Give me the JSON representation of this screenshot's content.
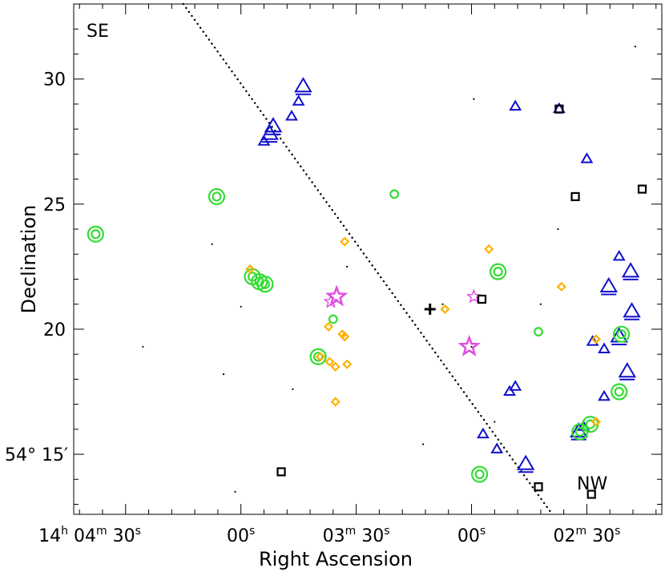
{
  "chart_data": {
    "type": "scatter",
    "xlabel": "Right Ascension",
    "ylabel": "Declination",
    "corner_labels": {
      "top_left": "SE",
      "bottom_right": "NW"
    },
    "ytick_bottom_label": {
      "deg": "54°",
      "min": "15′"
    },
    "yticks": [
      {
        "value": 15,
        "label": "15"
      },
      {
        "value": 20,
        "label": "20"
      },
      {
        "value": 25,
        "label": "25"
      },
      {
        "value": 30,
        "label": "30"
      }
    ],
    "xticks": [
      {
        "value": 0,
        "h": "14",
        "m": "04",
        "s": "30"
      },
      {
        "value": 1,
        "s": "00"
      },
      {
        "value": 2,
        "m": "03",
        "s": "30"
      },
      {
        "value": 3,
        "s": "00"
      },
      {
        "value": 4,
        "m": "02",
        "s": "30"
      }
    ],
    "xlim": [
      -0.45,
      4.65
    ],
    "ylim": [
      12.6,
      33.0
    ],
    "center_cross": {
      "x": 2.64,
      "y": 20.8
    },
    "line": {
      "style": "dotted",
      "points": [
        [
          0.5,
          33.0
        ],
        [
          3.7,
          12.6
        ]
      ]
    },
    "series": [
      {
        "marker": "dot",
        "color": "#000000",
        "points": [
          [
            0.75,
            23.4
          ],
          [
            1.0,
            20.9
          ],
          [
            0.85,
            18.2
          ],
          [
            1.45,
            17.6
          ],
          [
            0.15,
            19.3
          ],
          [
            1.92,
            22.5
          ],
          [
            3.02,
            29.2
          ],
          [
            3.6,
            21.0
          ],
          [
            3.75,
            24.0
          ],
          [
            4.42,
            31.3
          ],
          [
            2.58,
            15.4
          ],
          [
            3.2,
            16.3
          ],
          [
            0.95,
            13.5
          ],
          [
            2.75,
            21.0
          ],
          [
            3.0,
            19.3
          ]
        ]
      },
      {
        "marker": "triangle",
        "color": "#1010cc",
        "points": [
          [
            1.54,
            29.7,
            2
          ],
          [
            1.5,
            29.1,
            1
          ],
          [
            1.44,
            28.5,
            1
          ],
          [
            1.28,
            28.1,
            2
          ],
          [
            1.25,
            27.8,
            2
          ],
          [
            1.2,
            27.5,
            1
          ],
          [
            3.38,
            28.9,
            1
          ],
          [
            3.76,
            28.8,
            1
          ],
          [
            4.0,
            26.8,
            1
          ],
          [
            4.19,
            21.7,
            2
          ],
          [
            4.28,
            22.9,
            1
          ],
          [
            4.38,
            22.3,
            2
          ],
          [
            4.39,
            20.7,
            2
          ],
          [
            4.28,
            19.7,
            2
          ],
          [
            4.05,
            19.5,
            1
          ],
          [
            4.15,
            19.2,
            1
          ],
          [
            4.35,
            18.3,
            2
          ],
          [
            4.15,
            17.3,
            1
          ],
          [
            3.38,
            17.7,
            1
          ],
          [
            3.33,
            17.5,
            1
          ],
          [
            3.1,
            15.8,
            1
          ],
          [
            3.22,
            15.2,
            1
          ],
          [
            3.47,
            14.6,
            2
          ],
          [
            3.93,
            15.9,
            2
          ],
          [
            3.97,
            16.1,
            1
          ]
        ]
      },
      {
        "marker": "circle",
        "color": "#33dd33",
        "points": [
          [
            -0.26,
            23.8,
            2
          ],
          [
            0.79,
            25.3,
            2
          ],
          [
            2.33,
            25.4,
            1
          ],
          [
            1.1,
            22.1,
            2
          ],
          [
            1.16,
            21.9,
            2
          ],
          [
            1.21,
            21.8,
            2
          ],
          [
            3.23,
            22.3,
            2
          ],
          [
            1.8,
            20.4,
            1
          ],
          [
            3.58,
            19.9,
            1
          ],
          [
            4.3,
            19.8,
            2
          ],
          [
            4.28,
            17.5,
            2
          ],
          [
            4.03,
            16.2,
            2
          ],
          [
            3.94,
            15.9,
            2
          ],
          [
            1.67,
            18.9,
            2
          ],
          [
            3.07,
            14.2,
            2
          ]
        ]
      },
      {
        "marker": "diamond",
        "color": "#ffb000",
        "points": [
          [
            1.08,
            22.4
          ],
          [
            1.9,
            23.5
          ],
          [
            3.15,
            23.2
          ],
          [
            3.78,
            21.7
          ],
          [
            2.77,
            20.8
          ],
          [
            1.76,
            20.1
          ],
          [
            1.88,
            19.8
          ],
          [
            1.9,
            19.7
          ],
          [
            1.69,
            18.9
          ],
          [
            1.77,
            18.7
          ],
          [
            1.82,
            18.5
          ],
          [
            1.92,
            18.6
          ],
          [
            4.08,
            19.6
          ],
          [
            1.82,
            17.1
          ],
          [
            4.08,
            16.3
          ]
        ]
      },
      {
        "marker": "star",
        "color": "#e040e0",
        "points": [
          [
            1.83,
            21.3,
            2
          ],
          [
            1.78,
            21.1,
            1
          ],
          [
            3.02,
            21.3,
            1
          ],
          [
            2.98,
            19.3,
            2
          ]
        ]
      },
      {
        "marker": "square",
        "color": "#000000",
        "points": [
          [
            3.76,
            28.8
          ],
          [
            3.9,
            25.3
          ],
          [
            4.48,
            25.6
          ],
          [
            3.09,
            21.2
          ],
          [
            1.35,
            14.3
          ],
          [
            3.58,
            13.7
          ],
          [
            4.04,
            13.4
          ]
        ]
      }
    ]
  }
}
